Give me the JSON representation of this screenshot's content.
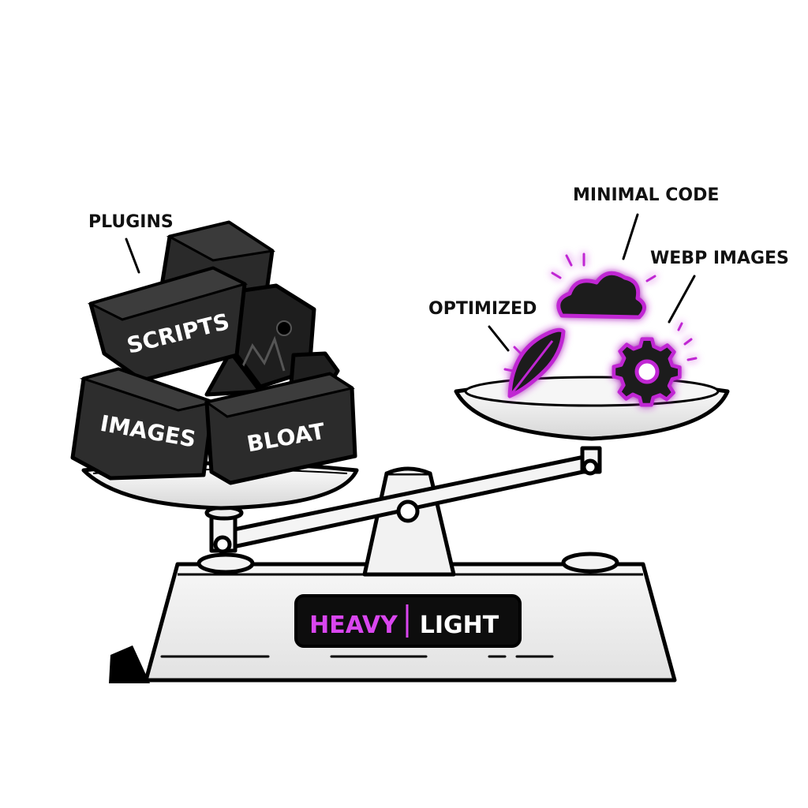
{
  "callouts": {
    "plugins": "PLUGINS",
    "minimal_code": "MINIMAL CODE",
    "webp_images": "WEBP IMAGES",
    "optimized": "OPTIMIZED"
  },
  "blocks": {
    "scripts": "SCRIPTS",
    "images": "IMAGES",
    "bloat": "BLOAT"
  },
  "display": {
    "heavy": "HEAVY",
    "light": "LIGHT"
  },
  "icons": {
    "light_side": [
      "cloud-icon",
      "feather-icon",
      "gear-icon"
    ]
  },
  "colors": {
    "accent": "#c026d3",
    "dark": "#1a1a1a",
    "metal": "#ececec"
  }
}
